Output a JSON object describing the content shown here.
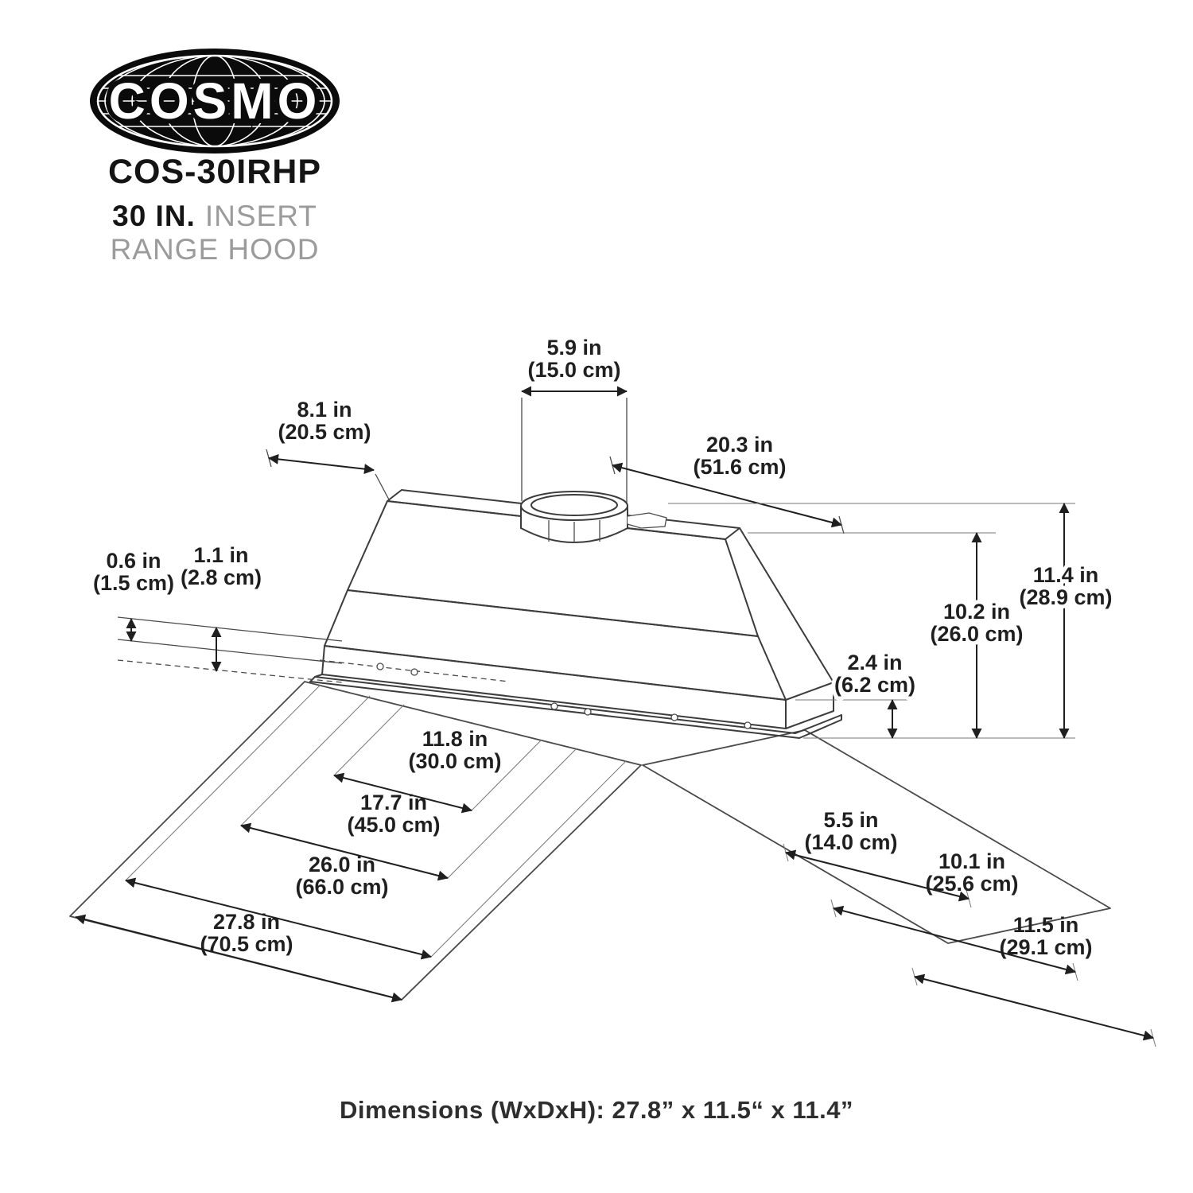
{
  "brand": {
    "logo_text": "COSMO",
    "model": "COS-30IRHP",
    "subtitle_bold": "30 IN.",
    "subtitle_light": "INSERT",
    "subtitle_line2": "RANGE HOOD"
  },
  "footer": {
    "dimensions": "Dimensions (WxDxH): 27.8” x 11.5“ x 11.4”"
  },
  "dims": {
    "duct_width": {
      "in": "5.9 in",
      "cm": "(15.0 cm)"
    },
    "top_offset": {
      "in": "8.1 in",
      "cm": "(20.5 cm)"
    },
    "top_length": {
      "in": "20.3 in",
      "cm": "(51.6 cm)"
    },
    "lip_thickness": {
      "in": "0.6 in",
      "cm": "(1.5 cm)"
    },
    "flange_height": {
      "in": "1.1 in",
      "cm": "(2.8 cm)"
    },
    "total_height": {
      "in": "11.4 in",
      "cm": "(28.9 cm)"
    },
    "body_height": {
      "in": "10.2 in",
      "cm": "(26.0 cm)"
    },
    "base_height": {
      "in": "2.4 in",
      "cm": "(6.2 cm)"
    },
    "cutout_width": {
      "in": "11.8 in",
      "cm": "(30.0 cm)"
    },
    "mid_width": {
      "in": "17.7 in",
      "cm": "(45.0 cm)"
    },
    "inner_width": {
      "in": "26.0 in",
      "cm": "(66.0 cm)"
    },
    "total_width": {
      "in": "27.8 in",
      "cm": "(70.5 cm)"
    },
    "depth_small": {
      "in": "5.5 in",
      "cm": "(14.0 cm)"
    },
    "depth_mid": {
      "in": "10.1 in",
      "cm": "(25.6 cm)"
    },
    "total_depth": {
      "in": "11.5 in",
      "cm": "(29.1 cm)"
    }
  }
}
